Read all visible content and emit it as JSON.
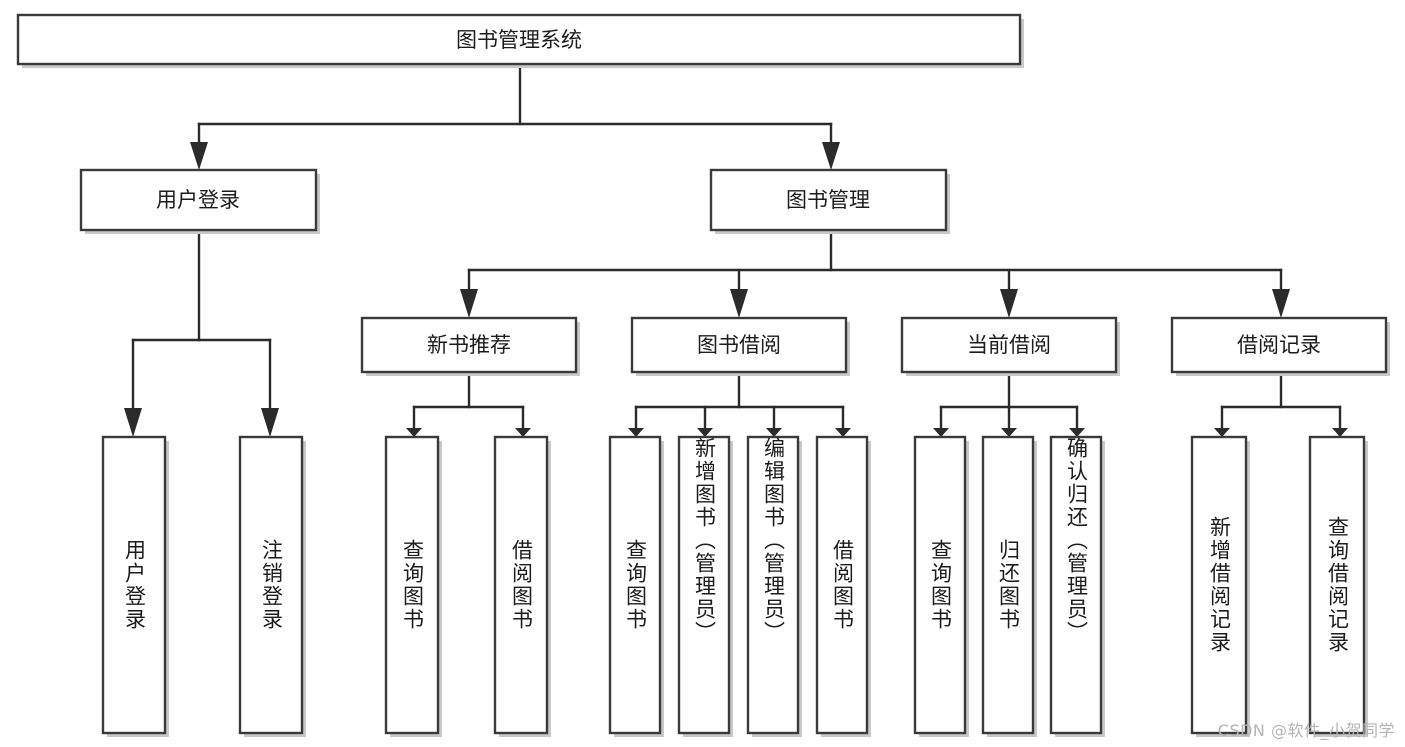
{
  "diagram": {
    "title": "图书管理系统",
    "type": "tree",
    "watermark": "CSDN @软件_小贺同学",
    "colors": {
      "box_fill": "#ffffff",
      "box_stroke": "#3a3a3a",
      "line": "#2b2b2b",
      "text": "#1c1c1c",
      "shadow": "#c9c9c9",
      "watermark_text": "#b4b4b4"
    },
    "levels": [
      {
        "level": 1,
        "nodes": [
          {
            "id": "root",
            "label": "图书管理系统",
            "orientation": "horizontal"
          }
        ]
      },
      {
        "level": 2,
        "nodes": [
          {
            "id": "user-login",
            "label": "用户登录",
            "orientation": "horizontal",
            "parent": "root"
          },
          {
            "id": "book-manage",
            "label": "图书管理",
            "orientation": "horizontal",
            "parent": "root"
          }
        ]
      },
      {
        "level": 3,
        "nodes": [
          {
            "id": "new-book-rec",
            "label": "新书推荐",
            "orientation": "horizontal",
            "parent": "book-manage"
          },
          {
            "id": "book-borrow",
            "label": "图书借阅",
            "orientation": "horizontal",
            "parent": "book-manage"
          },
          {
            "id": "current-borrow",
            "label": "当前借阅",
            "orientation": "horizontal",
            "parent": "book-manage"
          },
          {
            "id": "borrow-record",
            "label": "借阅记录",
            "orientation": "horizontal",
            "parent": "book-manage"
          }
        ]
      },
      {
        "level": 4,
        "nodes": [
          {
            "id": "leaf-1",
            "label": "用户登录",
            "orientation": "vertical",
            "parent": "user-login"
          },
          {
            "id": "leaf-2",
            "label": "注销登录",
            "orientation": "vertical",
            "parent": "user-login"
          },
          {
            "id": "leaf-3",
            "label": "查询图书",
            "orientation": "vertical",
            "parent": "new-book-rec"
          },
          {
            "id": "leaf-4",
            "label": "借阅图书",
            "orientation": "vertical",
            "parent": "new-book-rec"
          },
          {
            "id": "leaf-5",
            "label": "查询图书",
            "orientation": "vertical",
            "parent": "book-borrow"
          },
          {
            "id": "leaf-6",
            "label": "新增图书（管理员）",
            "orientation": "vertical",
            "parent": "book-borrow"
          },
          {
            "id": "leaf-7",
            "label": "编辑图书（管理员）",
            "orientation": "vertical",
            "parent": "book-borrow"
          },
          {
            "id": "leaf-8",
            "label": "借阅图书",
            "orientation": "vertical",
            "parent": "book-borrow"
          },
          {
            "id": "leaf-9",
            "label": "查询图书",
            "orientation": "vertical",
            "parent": "current-borrow"
          },
          {
            "id": "leaf-10",
            "label": "归还图书",
            "orientation": "vertical",
            "parent": "current-borrow"
          },
          {
            "id": "leaf-11",
            "label": "确认归还（管理员）",
            "orientation": "vertical",
            "parent": "current-borrow"
          },
          {
            "id": "leaf-12",
            "label": "新增借阅记录",
            "orientation": "vertical",
            "parent": "borrow-record"
          },
          {
            "id": "leaf-13",
            "label": "查询借阅记录",
            "orientation": "vertical",
            "parent": "borrow-record"
          }
        ]
      }
    ]
  }
}
